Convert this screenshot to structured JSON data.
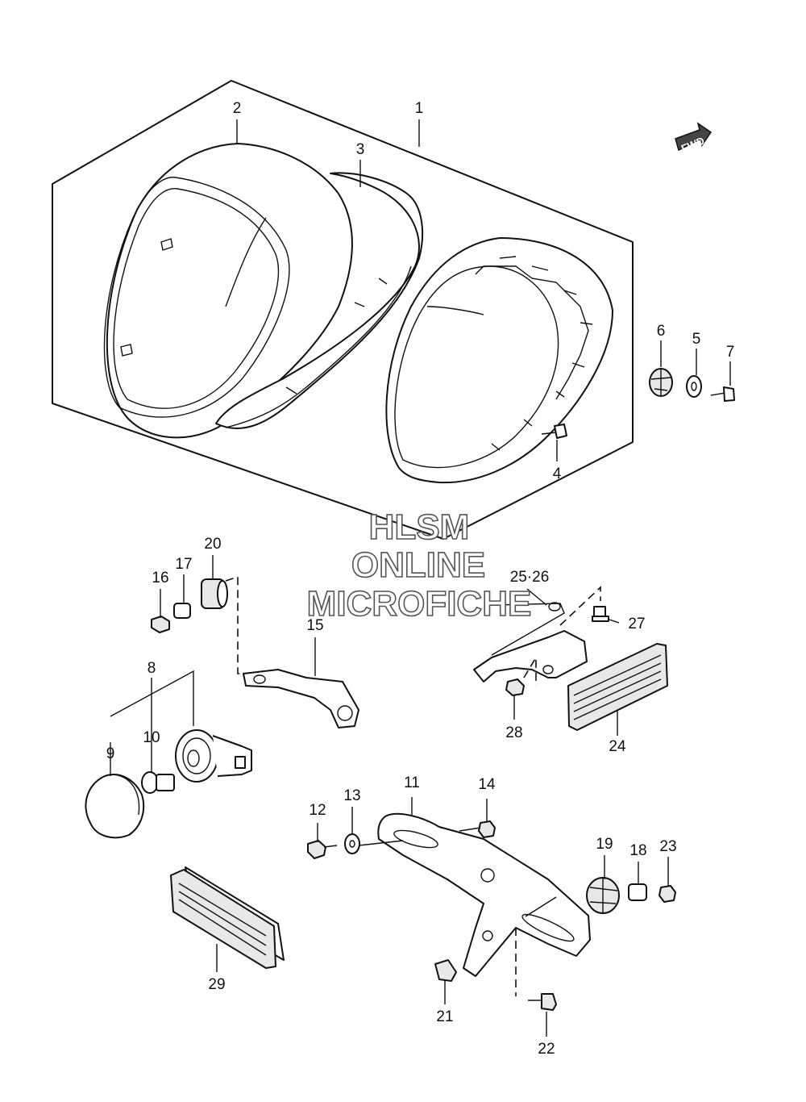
{
  "fwd_label": "FWD",
  "watermark": {
    "line1": "HLSM",
    "line2": "ONLINE",
    "line3": "MICROFICHE"
  },
  "callouts": [
    "1",
    "2",
    "3",
    "4",
    "5",
    "6",
    "7",
    "8",
    "9",
    "10",
    "11",
    "12",
    "13",
    "14",
    "15",
    "16",
    "17",
    "18",
    "19",
    "20",
    "21",
    "22",
    "23",
    "24",
    "25·26",
    "27",
    "28",
    "29"
  ]
}
